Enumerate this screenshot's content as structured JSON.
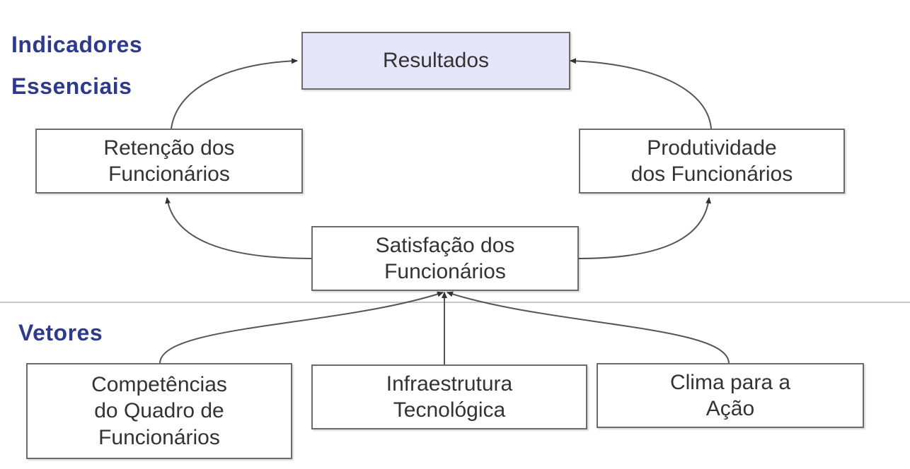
{
  "labels": {
    "top": [
      "Indicadores",
      "Essenciais"
    ],
    "bottom": "Vetores"
  },
  "nodes": {
    "resultados": [
      "Resultados"
    ],
    "retencao": [
      "Retenção dos",
      "Funcionários"
    ],
    "produtividade": [
      "Produtividade",
      "dos Funcionários"
    ],
    "satisfacao": [
      "Satisfação dos",
      "Funcionários"
    ],
    "competencias": [
      "Competências",
      "do Quadro de",
      "Funcionários"
    ],
    "infraestrutura": [
      "Infraestrutura",
      "Tecnológica"
    ],
    "clima": [
      "Clima para a",
      "Ação"
    ]
  },
  "colors": {
    "label": "#2e3a8c",
    "highlight_box": "#e6e6fa",
    "box_border": "#6b6b6b",
    "text": "#333333",
    "connector": "#555555",
    "divider": "#c8c8c8"
  }
}
